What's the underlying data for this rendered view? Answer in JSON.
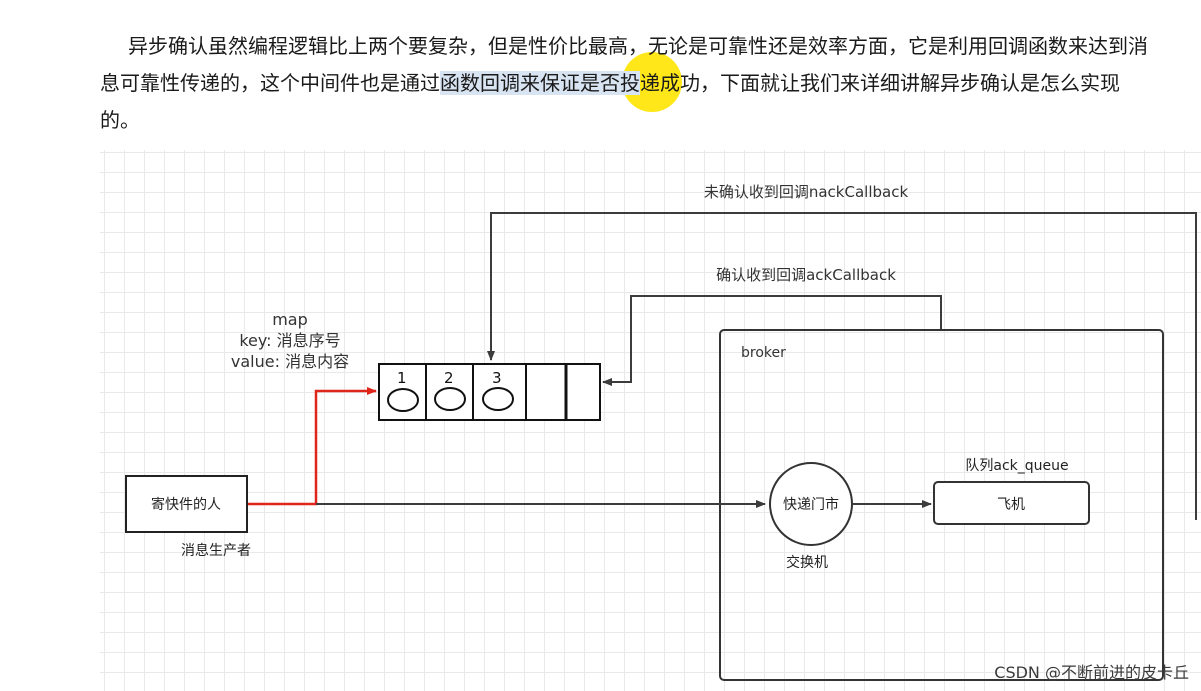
{
  "paragraph": {
    "line1": "异步确认虽然编程逻辑比上两个要复杂，但是性价比最高，无论是可靠性还是效率方面，它是利用回调函数来达到消",
    "line2_a": "息可靠性传递的，这个中间件也是通过",
    "line2_highlight": "函数回调来保证是否投",
    "line2_b": "递成功，下面就让我们来详细讲解异步确认是怎么实现",
    "line3": "的。"
  },
  "diagram": {
    "nack_label": "未确认收到回调nackCallback",
    "ack_label": "确认收到回调ackCallback",
    "map_title": "map",
    "map_key": "key: 消息序号",
    "map_value": "value: 消息内容",
    "cells": [
      "1",
      "2",
      "3"
    ],
    "broker_label": "broker",
    "queue_label": "队列ack_queue",
    "queue_name": "飞机",
    "exchange_name": "快递门市",
    "exchange_label": "交换机",
    "producer_name": "寄快件的人",
    "producer_label": "消息生产者"
  },
  "colors": {
    "red_path": "#e0261a",
    "line": "#3c3c3c"
  },
  "watermark": "CSDN @不断前进的皮卡丘"
}
